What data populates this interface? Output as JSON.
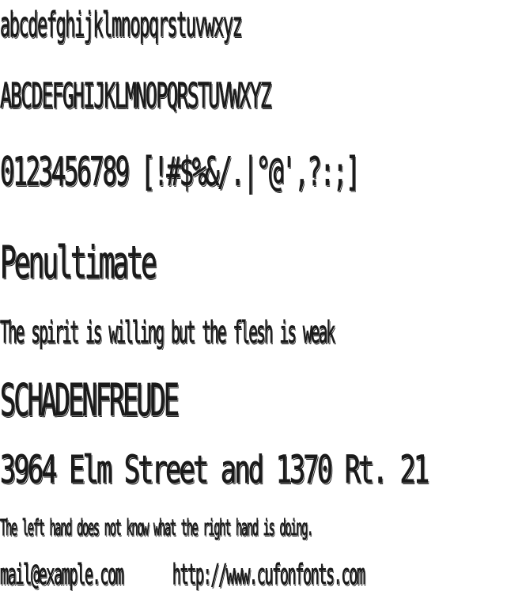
{
  "font_sample": {
    "lowercase": "abcdefghijklmnopqrstuvwxyz",
    "uppercase": "ABCDEFGHIJKLMNOPQRSTUVWXYZ",
    "digits_symbols": "0123456789 [!#$%&/.|°@',?:;]",
    "font_name": "Penultimate",
    "sentence_1": "The spirit is willing but the flesh is weak",
    "caps_word": "SCHADENFREUDE",
    "address": "3964 Elm Street and 1370 Rt. 21",
    "sentence_2": "The left hand does not know what the right hand is doing.",
    "email": "mail@example.com",
    "website": "http://www.cufonfonts.com"
  }
}
